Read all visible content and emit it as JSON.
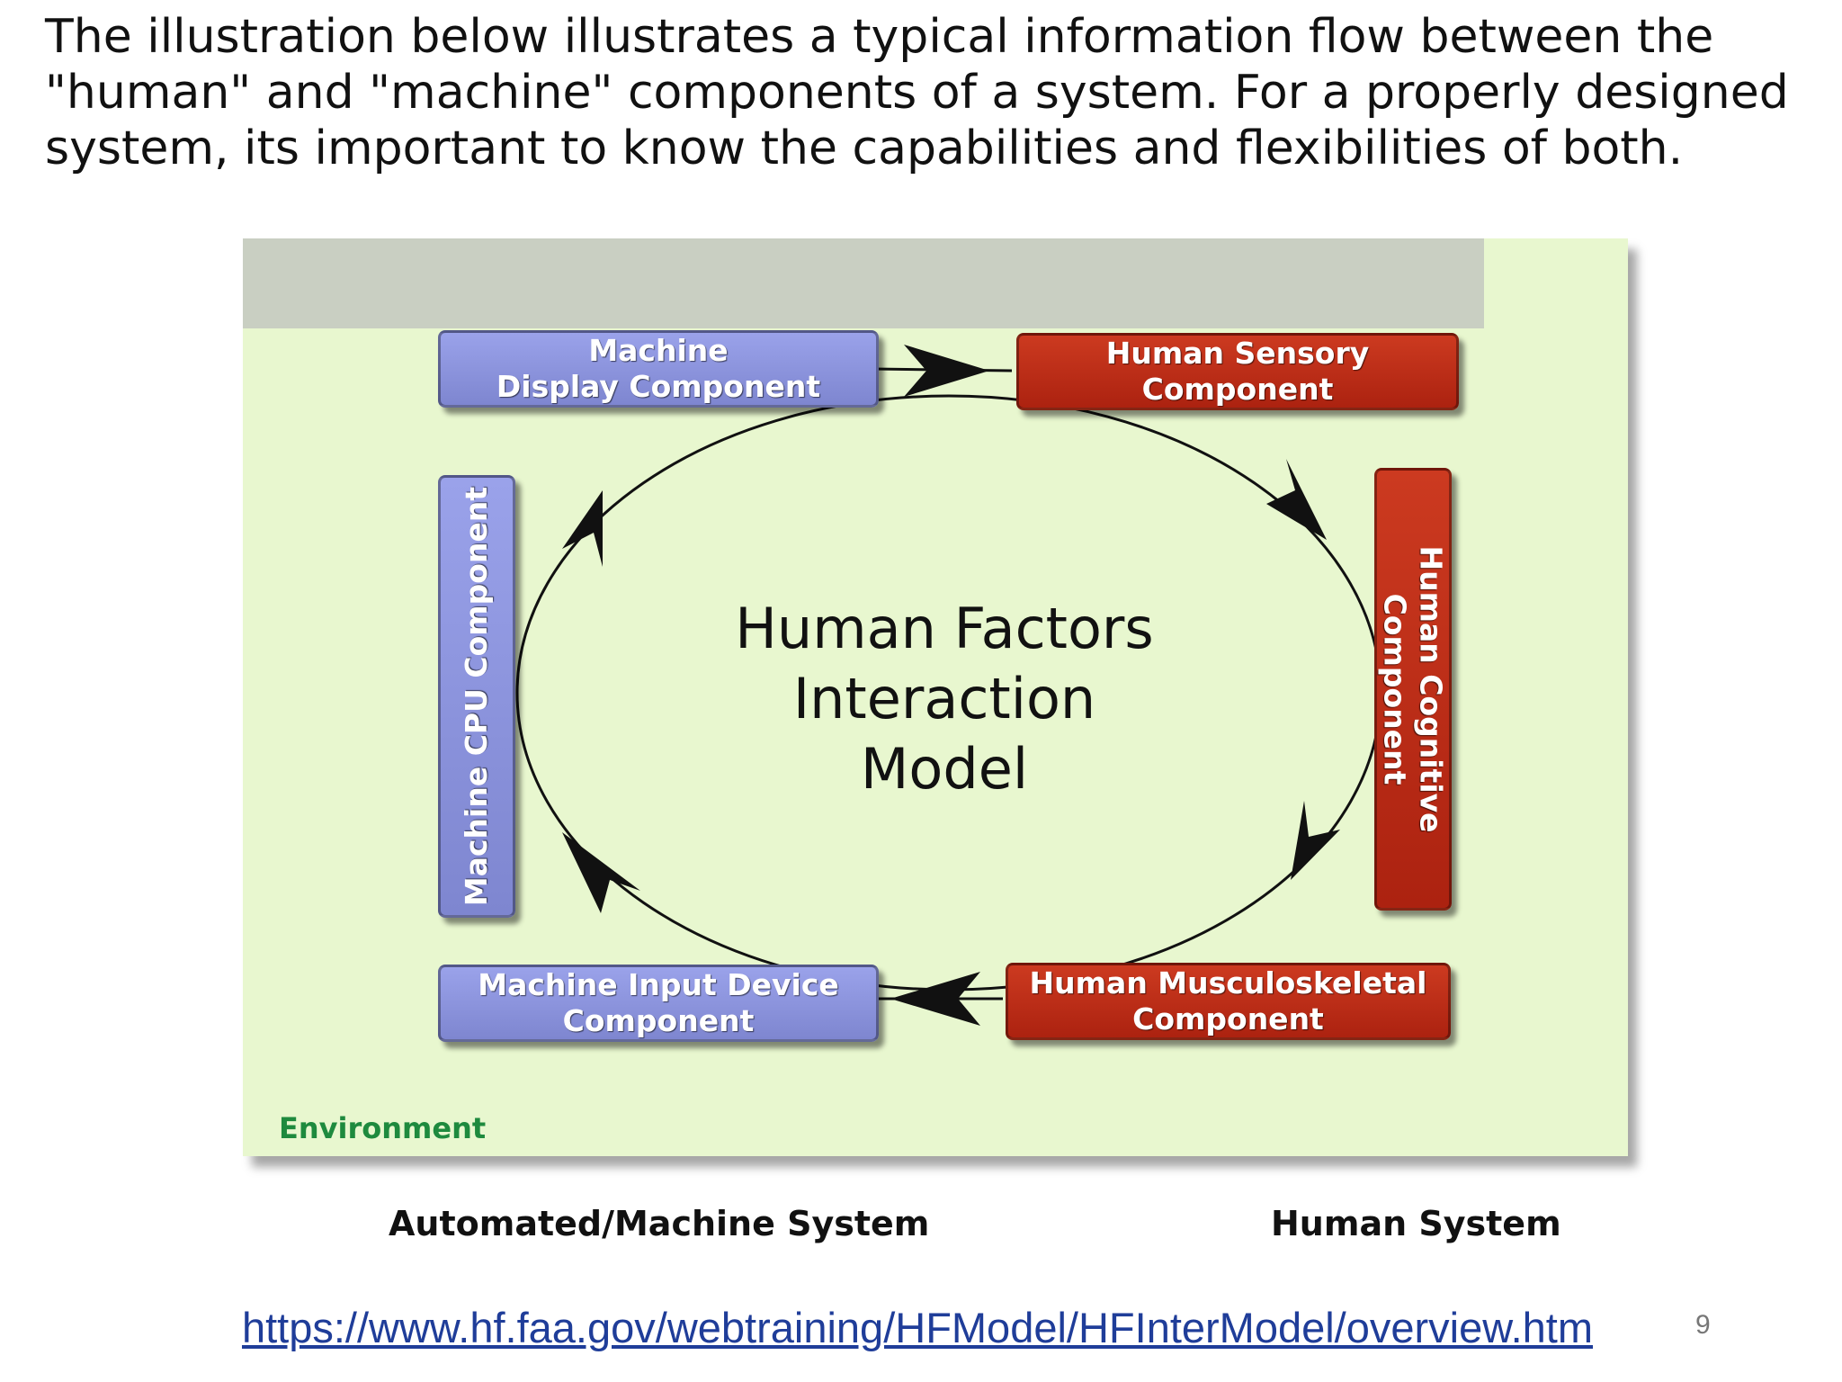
{
  "intro": {
    "line1": "The illustration below illustrates a typical information flow between the",
    "line2": "\"human\" and \"machine\" components of a system.   For a properly designed",
    "line3": "system, its important to know the capabilities and flexibilities of both."
  },
  "diagram": {
    "title_line1": "Human Factors",
    "title_line2": "Interaction",
    "title_line3": "Model",
    "machine_display": {
      "line1": "Machine",
      "line2": "Display Component"
    },
    "human_sensory": {
      "line1": "Human Sensory",
      "line2": "Component"
    },
    "human_cognitive": {
      "line1": "Human Cognitive",
      "line2": "Component"
    },
    "human_musculoskeletal": {
      "line1": "Human Musculoskeletal",
      "line2": "Component"
    },
    "machine_input": {
      "line1": "Machine Input Device",
      "line2": "Component"
    },
    "machine_cpu": "Machine CPU Component",
    "environment": "Environment",
    "machine_system": "Automated/Machine System",
    "human_system": "Human System",
    "colors": {
      "machine": "#8a92dc",
      "human": "#b82c16",
      "background": "#e8f7cf",
      "environment_text": "#1e8a3e"
    }
  },
  "footer": {
    "url": "https://www.hf.faa.gov/webtraining/HFModel/HFInterModel/overview.htm",
    "page_number": "9"
  }
}
